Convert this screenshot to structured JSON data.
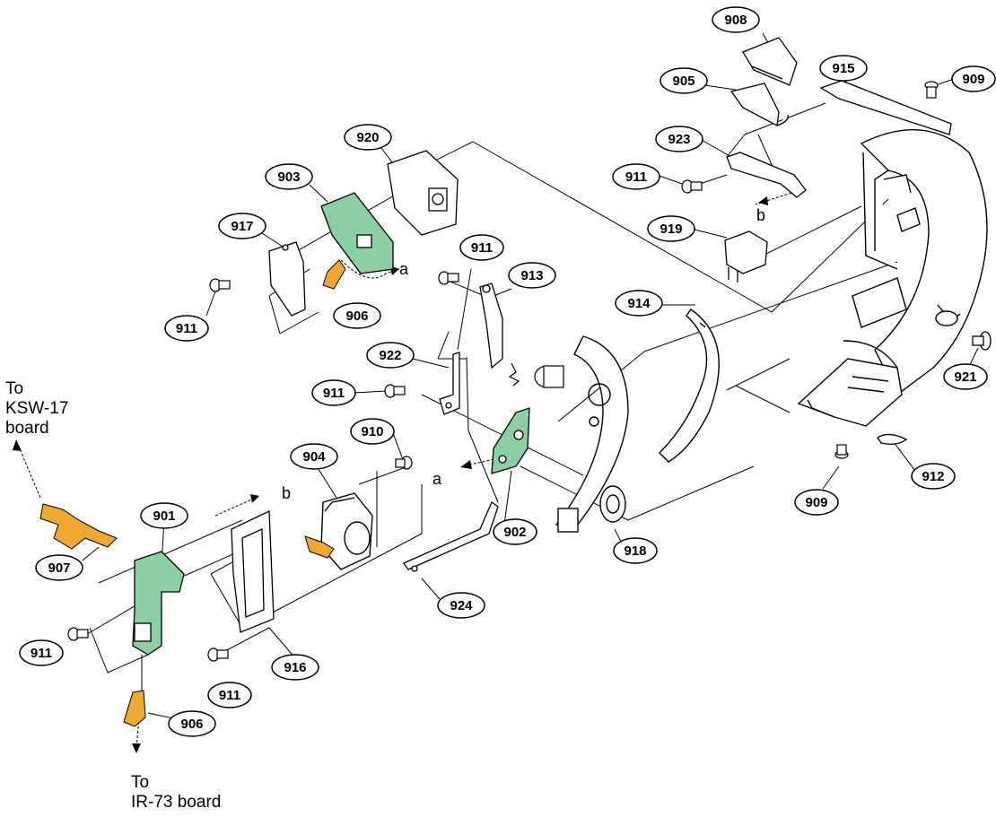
{
  "callouts": {
    "c908": "908",
    "c905": "905",
    "c915": "915",
    "c909a": "909",
    "c920": "920",
    "c923": "923",
    "c903": "903",
    "c911a": "911",
    "c917": "917",
    "c919": "919",
    "c911b": "911",
    "c913": "913",
    "c911c": "911",
    "c906a": "906",
    "c914": "914",
    "c922": "922",
    "c911d": "911",
    "c921": "921",
    "c910": "910",
    "c904": "904",
    "c901": "901",
    "c912": "912",
    "c909b": "909",
    "c907": "907",
    "c902": "902",
    "c918": "918",
    "c924": "924",
    "c911e": "911",
    "c916": "916",
    "c911f": "911",
    "c906b": "906"
  },
  "connection_letters": {
    "b_top": "b",
    "a_top": "a",
    "a_mid": "a",
    "b_mid": "b"
  },
  "notes": {
    "ksw_line1": "To",
    "ksw_line2": "KSW-17",
    "ksw_line3": "board",
    "ir_line1": "To",
    "ir_line2": "IR-73 board"
  },
  "colors": {
    "pcb": "#8ccfa2",
    "flex": "#f0a830",
    "line": "#000000",
    "part_fill": "#ffffff"
  }
}
